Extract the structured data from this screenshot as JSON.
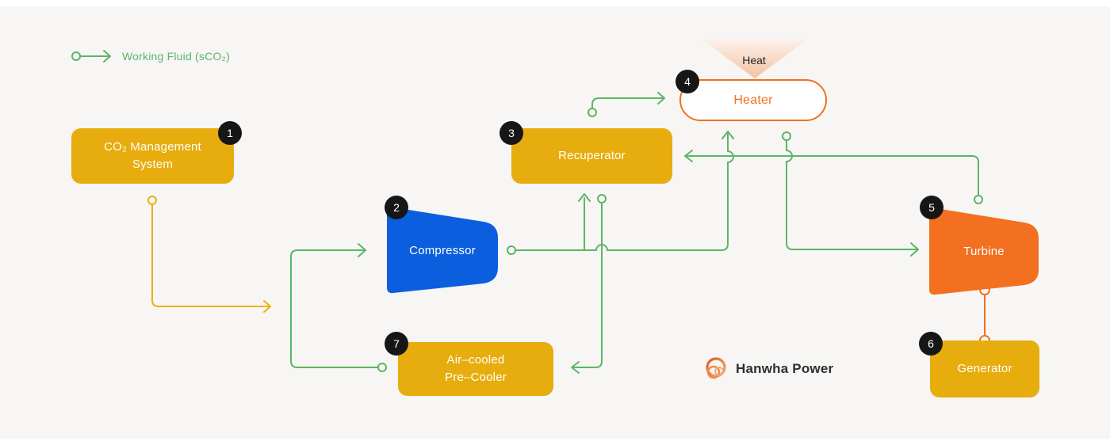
{
  "legend": {
    "label": "Working Fluid (sCO₂)"
  },
  "nodes": {
    "co2_management": {
      "badge": "1",
      "line1": "CO₂ Management",
      "line2": "System"
    },
    "compressor": {
      "badge": "2",
      "label": "Compressor"
    },
    "recuperator": {
      "badge": "3",
      "label": "Recuperator"
    },
    "heater": {
      "badge": "4",
      "label": "Heater"
    },
    "turbine": {
      "badge": "5",
      "label": "Turbine"
    },
    "generator": {
      "badge": "6",
      "label": "Generator"
    },
    "precooler": {
      "badge": "7",
      "line1": "Air–cooled",
      "line2": "Pre–Cooler"
    }
  },
  "annotations": {
    "heat": "Heat"
  },
  "logo": {
    "wordmark": "Hanwha Power"
  },
  "colors": {
    "background": "#F7F6F4",
    "box_yellow": "#E7AC0D",
    "compressor_blue": "#0B5FDE",
    "turbine_orange": "#F2701F",
    "working_fluid_green": "#5CB565",
    "co2_line_yellow": "#EDB00F",
    "badge_black": "#161616",
    "heater_outline": "#F2701F",
    "heat_gradient_top": "#FCF1EA",
    "heat_gradient_bottom": "#F2C3A2",
    "logo_orange": "#F37321",
    "logo_text": "#2E2E2E"
  }
}
